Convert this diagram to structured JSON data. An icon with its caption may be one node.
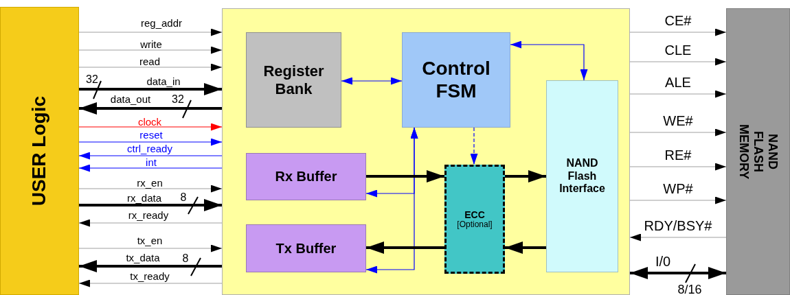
{
  "diagram": {
    "nodes": [
      {
        "text": [
          "USER Logic"
        ]
      },
      {
        "text": [],
        "shape": "box"
      },
      {
        "text": [
          "Register Bank"
        ],
        "in": 1
      },
      {
        "text": [
          "Control FSM"
        ],
        "in": 1
      },
      {
        "text": [
          "NAND Flash Interface"
        ],
        "in": 1
      },
      {
        "text": [
          "Rx Buffer"
        ],
        "in": 1
      },
      {
        "text": [
          "ECC",
          "[Optional]"
        ],
        "in": 1
      },
      {
        "text": [
          "Tx Buffer"
        ],
        "in": 1
      },
      {
        "text": [
          "NAND FLASH MEMORY"
        ]
      }
    ],
    "edges": [
      {
        "from": 0,
        "to": 1,
        "arrow": "to",
        "label": "reg_addr"
      },
      {
        "from": 0,
        "to": 1,
        "arrow": "to",
        "label": "write"
      },
      {
        "from": 0,
        "to": 1,
        "arrow": "to",
        "label": "read"
      },
      {
        "from": 0,
        "to": 1,
        "arrow": "to",
        "label": "data_in",
        "style": "thick",
        "color": "#000000"
      },
      {
        "from": 1,
        "to": 0,
        "arrow": "to",
        "label": "data_out",
        "style": "thick",
        "color": "#000000"
      },
      {
        "from": 0,
        "to": 1,
        "arrow": "to",
        "label": "clock",
        "color": "#ff0000"
      },
      {
        "from": 0,
        "to": 1,
        "arrow": "to",
        "label": "reset",
        "color": "#0000ff"
      },
      {
        "from": 1,
        "to": 0,
        "arrow": "to",
        "label": "ctrl_ready",
        "color": "#0000ff"
      },
      {
        "from": 1,
        "to": 0,
        "arrow": "to",
        "label": "int",
        "color": "#0000ff"
      },
      {
        "from": 0,
        "to": 1,
        "arrow": "to",
        "label": "rx_en"
      },
      {
        "from": 0,
        "to": 1,
        "arrow": "to",
        "label": "rx_data",
        "style": "thick",
        "color": "#000000"
      },
      {
        "from": 1,
        "to": 0,
        "arrow": "to",
        "label": "rx_ready"
      },
      {
        "from": 0,
        "to": 1,
        "arrow": "to",
        "label": "tx_en"
      },
      {
        "from": 1,
        "to": 0,
        "arrow": "to",
        "label": "tx_data",
        "style": "thick",
        "color": "#000000"
      },
      {
        "from": 1,
        "to": 0,
        "arrow": "to",
        "label": "tx_ready"
      },
      {
        "from": 2,
        "to": 3,
        "arrow": "both",
        "color": "#0000ff"
      },
      {
        "from": 3,
        "to": 4,
        "arrow": "both",
        "color": "#0000ff"
      },
      {
        "from": 3,
        "to": 6,
        "arrow": "to",
        "style": "dashed",
        "color": "#0000ff"
      },
      {
        "from": 3,
        "to": 5,
        "arrow": "both",
        "color": "#0000ff"
      },
      {
        "from": 3,
        "to": 7,
        "arrow": "both",
        "color": "#0000ff"
      },
      {
        "from": 5,
        "to": 6,
        "arrow": "to",
        "style": "thick",
        "color": "#000000"
      },
      {
        "from": 6,
        "to": 4,
        "arrow": "to",
        "style": "thick",
        "color": "#000000"
      },
      {
        "from": 4,
        "to": 6,
        "arrow": "to",
        "style": "thick",
        "color": "#000000"
      },
      {
        "from": 6,
        "to": 7,
        "arrow": "to",
        "style": "thick",
        "color": "#000000"
      },
      {
        "from": 1,
        "to": 8,
        "arrow": "to",
        "label": "CE#"
      },
      {
        "from": 1,
        "to": 8,
        "arrow": "to",
        "label": "CLE"
      },
      {
        "from": 1,
        "to": 8,
        "arrow": "to",
        "label": "ALE"
      },
      {
        "from": 1,
        "to": 8,
        "arrow": "to",
        "label": "WE#"
      },
      {
        "from": 1,
        "to": 8,
        "arrow": "to",
        "label": "RE#"
      },
      {
        "from": 1,
        "to": 8,
        "arrow": "to",
        "label": "WP#"
      },
      {
        "from": 8,
        "to": 1,
        "arrow": "to",
        "label": "RDY/BSY#"
      },
      {
        "from": 1,
        "to": 8,
        "arrow": "both",
        "label": "I/0",
        "style": "thick",
        "color": "#000000"
      }
    ],
    "labels": [
      "32",
      "32",
      "8",
      "8",
      "8/16"
    ]
  }
}
